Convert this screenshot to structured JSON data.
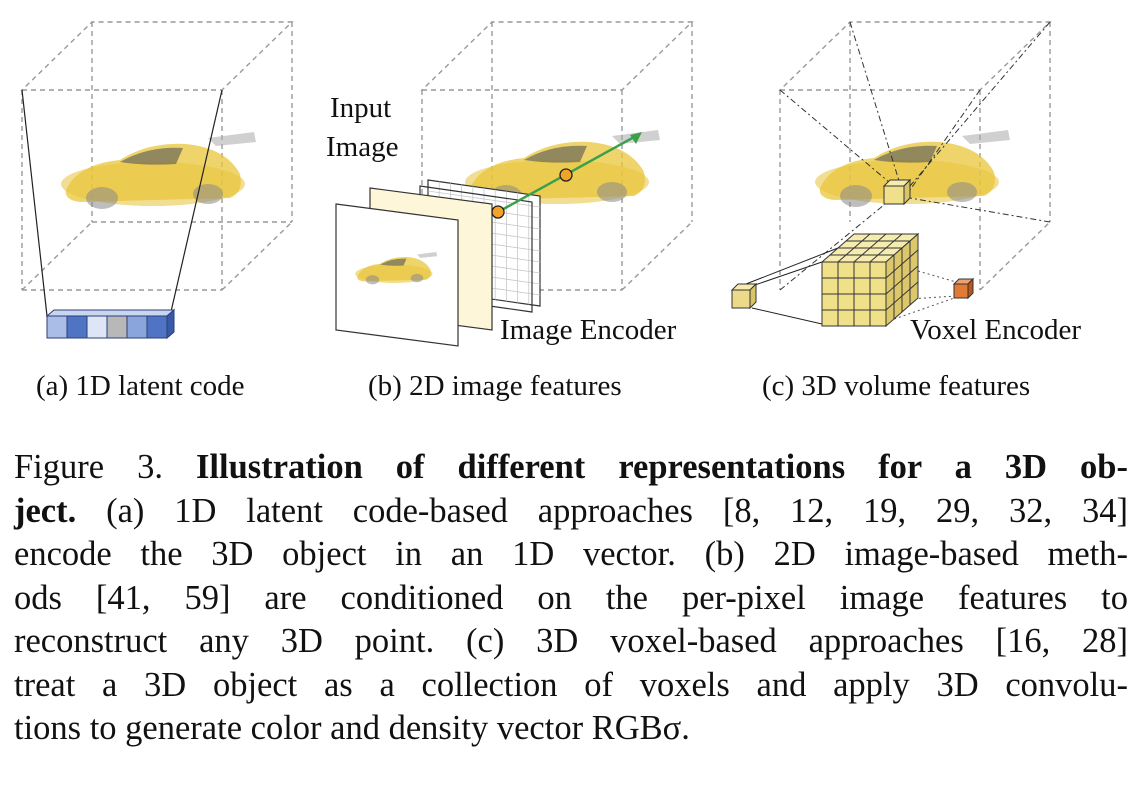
{
  "panels": {
    "a": {
      "sublabel": "(a) 1D latent code"
    },
    "b": {
      "sublabel": "(b) 2D image features",
      "input_label_1": "Input",
      "input_label_2": "Image",
      "encoder_label": "Image Encoder"
    },
    "c": {
      "sublabel": "(c) 3D volume features",
      "encoder_label": "Voxel Encoder"
    }
  },
  "colors": {
    "car_body": "#e8c53a",
    "latent_blue": "#4f74c4",
    "latent_light": "#a9bde6",
    "voxel_yellow": "#f0e08a",
    "voxel_orange": "#e07a35",
    "ray_green": "#3aa14a",
    "point_orange": "#f0a428"
  },
  "caption": {
    "lines": [
      {
        "parts": [
          {
            "t": "Figure 3. ",
            "b": false
          },
          {
            "t": "Illustration of different representations for a 3D ob-",
            "b": true
          }
        ]
      },
      {
        "parts": [
          {
            "t": "ject.",
            "b": true
          },
          {
            "t": " (a) 1D latent code-based approaches [8, 12, 19, 29, 32, 34]",
            "b": false
          }
        ]
      },
      {
        "parts": [
          {
            "t": "encode the 3D object in an 1D vector. (b) 2D image-based meth-",
            "b": false
          }
        ]
      },
      {
        "parts": [
          {
            "t": "ods [41, 59] are conditioned on the per-pixel image features to",
            "b": false
          }
        ]
      },
      {
        "parts": [
          {
            "t": "reconstruct any 3D point. (c) 3D voxel-based approaches [16, 28]",
            "b": false
          }
        ]
      },
      {
        "parts": [
          {
            "t": "treat a 3D object as a collection of voxels and apply 3D convolu-",
            "b": false
          }
        ]
      },
      {
        "parts": [
          {
            "t": "tions to generate color and density vector RGBσ.",
            "b": false
          }
        ]
      }
    ]
  }
}
